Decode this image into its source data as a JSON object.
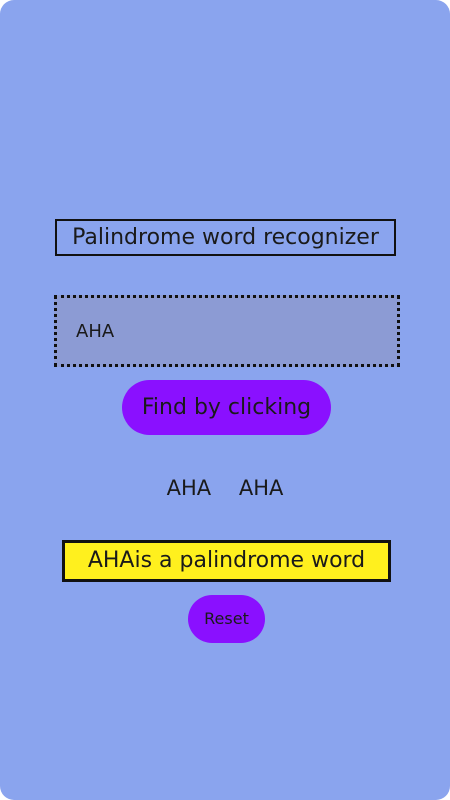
{
  "app": {
    "title": "Palindrome word recognizer"
  },
  "input": {
    "value": "AHA",
    "placeholder": ""
  },
  "find_button": {
    "label": "Find by clicking"
  },
  "words": {
    "original": "AHA",
    "reversed": "AHA"
  },
  "result": {
    "text": "AHAis a palindrome word"
  },
  "reset_button": {
    "label": "Reset"
  },
  "colors": {
    "background": "#8aa4ee",
    "button": "#8a10ff",
    "result_bg": "#fff01e",
    "input_bg": "#8c9bd4"
  }
}
